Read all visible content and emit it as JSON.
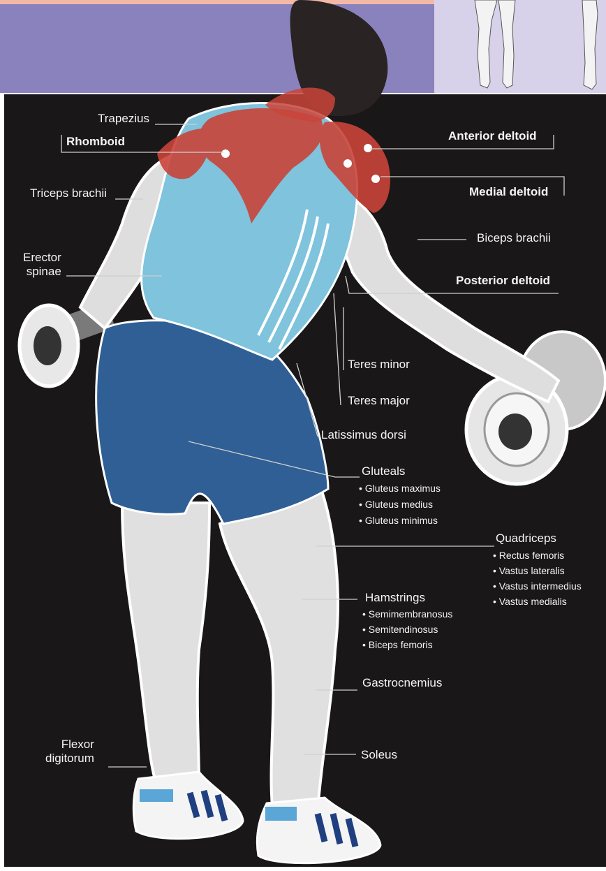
{
  "labels": {
    "trapezius": "Trapezius",
    "rhomboid": "Rhomboid",
    "triceps_brachii": "Triceps brachii",
    "erector_spinae": "Erector\nspinae",
    "anterior_deltoid": "Anterior deltoid",
    "medial_deltoid": "Medial deltoid",
    "biceps_brachii": "Biceps brachii",
    "posterior_deltoid": "Posterior deltoid",
    "teres_minor": "Teres minor",
    "teres_major": "Teres major",
    "latissimus_dorsi": "Latissimus dorsi",
    "gastrocnemius": "Gastrocnemius",
    "soleus": "Soleus",
    "flexor_digitorum": "Flexor\ndigitorum"
  },
  "groups": {
    "gluteals": {
      "title": "Gluteals",
      "items": [
        "• Gluteus maximus",
        "• Gluteus medius",
        "• Gluteus minimus"
      ]
    },
    "quadriceps": {
      "title": "Quadriceps",
      "items": [
        "• Rectus femoris",
        "• Vastus lateralis",
        "• Vastus intermedius",
        "• Vastus medialis"
      ]
    },
    "hamstrings": {
      "title": "Hamstrings",
      "items": [
        "• Semimembranosus",
        "• Semitendinosus",
        "• Biceps femoris"
      ]
    }
  },
  "colors": {
    "panel_dark": "#1a1718",
    "band_purple": "#8a82bd",
    "band_accent": "#f3b9a6",
    "thumb_panel": "#d7d2ea",
    "shirt": "#7fc3dc",
    "shorts": "#2f5f95",
    "highlight_muscle": "#c9443a",
    "skin": "#e3e3e3",
    "leader_line": "#cfcfcf"
  }
}
